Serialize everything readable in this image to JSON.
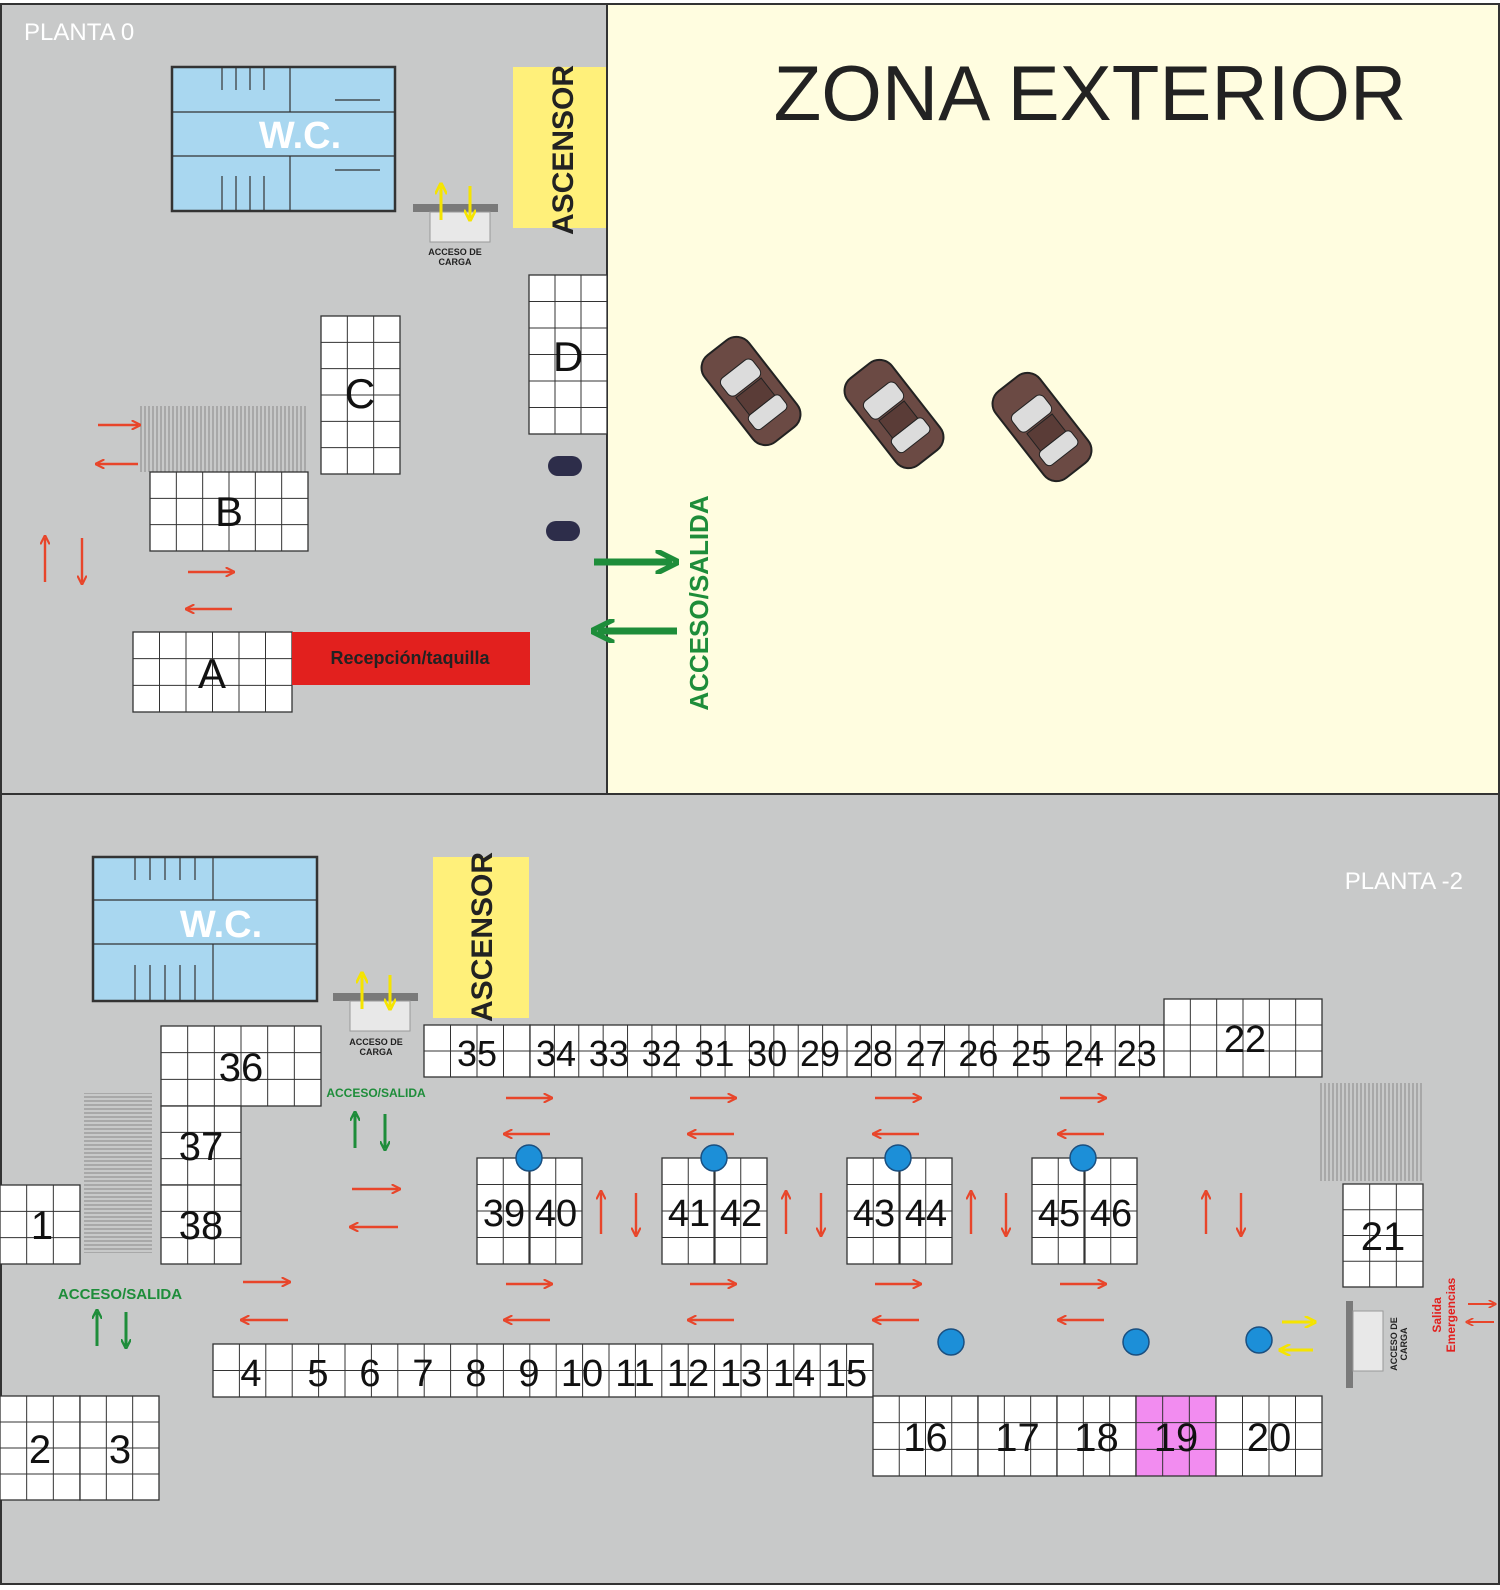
{
  "planta0": {
    "title": "PLANTA 0",
    "zona_exterior": "ZONA EXTERIOR",
    "wc_label": "W.C.",
    "ascensor": "ASCENSOR",
    "acceso_carga": [
      "ACCESO DE",
      "CARGA"
    ],
    "recepcion": "Recepción/taquilla",
    "acceso_salida": "ACCESO/SALIDA",
    "blocks": [
      "A",
      "B",
      "C",
      "D"
    ]
  },
  "planta2": {
    "title": "PLANTA -2",
    "wc_label": "W.C.",
    "ascensor": "ASCENSOR",
    "acceso_carga": [
      "ACCESO DE",
      "CARGA"
    ],
    "acceso_salida_1": "ACCESO/SALIDA",
    "acceso_salida_2": "ACCESO/SALIDA",
    "salida_emergencias": [
      "Salida",
      "Emergencias"
    ],
    "highlighted_stand": "19",
    "stands": [
      "1",
      "2",
      "3",
      "4",
      "5",
      "6",
      "7",
      "8",
      "9",
      "10",
      "11",
      "12",
      "13",
      "14",
      "15",
      "16",
      "17",
      "18",
      "19",
      "20",
      "21",
      "22",
      "23",
      "24",
      "25",
      "26",
      "27",
      "28",
      "29",
      "30",
      "31",
      "32",
      "33",
      "34",
      "35",
      "36",
      "37",
      "38",
      "39",
      "40",
      "41",
      "42",
      "43",
      "44",
      "45",
      "46"
    ]
  },
  "colors": {
    "floor": "#c8c9c9",
    "exterior": "#fffde0",
    "wc": "#a9d7f0",
    "ascensor": "#fff07a",
    "recepcion": "#e2201e",
    "arrow_red": "#e8452a",
    "arrow_green": "#1e8d3a",
    "arrow_yellow": "#f5e400",
    "column": "#1c8fd8",
    "highlight": "#f28cf0"
  }
}
